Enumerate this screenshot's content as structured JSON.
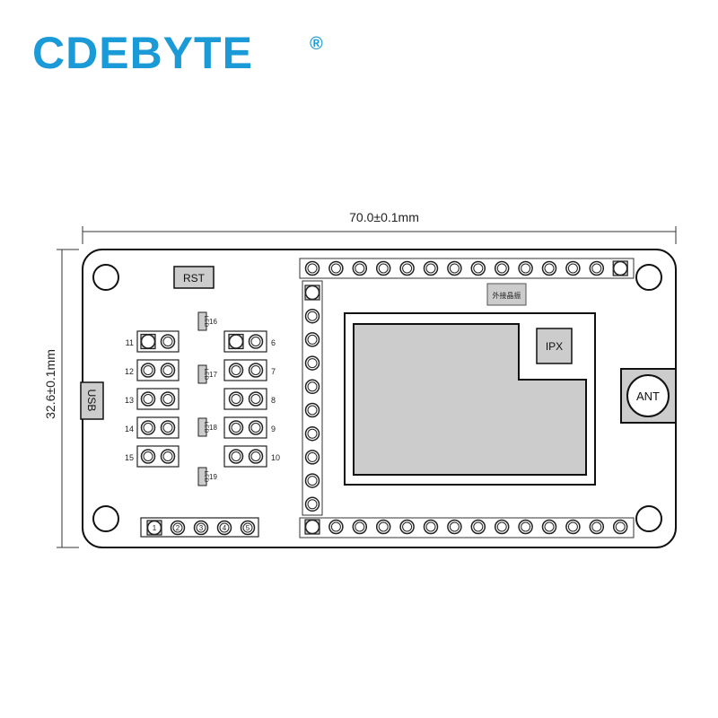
{
  "logo": {
    "text": "CDEBYTE",
    "registered": "®",
    "color": "#1a9ad6"
  },
  "dimensions": {
    "width_label": "70.0±0.1mm",
    "height_label": "32.6±0.1mm"
  },
  "board": {
    "rst_label": "RST",
    "usb_label": "USB",
    "ant_label": "ANT",
    "ipx_label": "IPX",
    "crystal_label": "外接晶振",
    "led_label": "LED",
    "left_pin_labels": [
      "11",
      "12",
      "13",
      "14",
      "15"
    ],
    "right_pin_labels": [
      "6",
      "7",
      "8",
      "9",
      "10"
    ],
    "led_numbers": [
      "16",
      "17",
      "18",
      "19"
    ],
    "bottom_pins": [
      "1",
      "2",
      "3",
      "4",
      "5"
    ]
  },
  "colors": {
    "fill_gray": "#cccccc",
    "stroke": "#111111"
  }
}
